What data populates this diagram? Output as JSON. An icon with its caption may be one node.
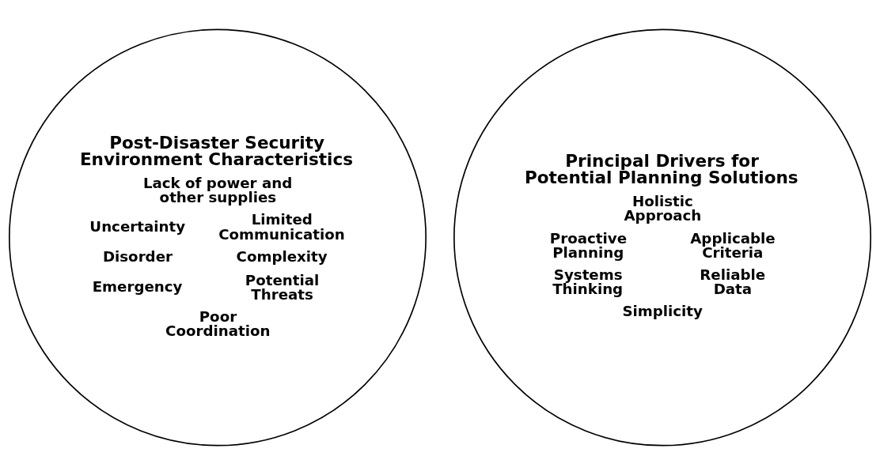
{
  "diagram": {
    "nodes": [
      {
        "text": [
          "Post-Disaster Security Environment Characteristics",
          "Lack of power and other supplies",
          "Uncertainty",
          "Limited Communication",
          "Disorder",
          "Complexity",
          "Emergency",
          "Potential Threats",
          "Poor Coordination"
        ]
      },
      {
        "text": [
          "Principal Drivers for Potential Planning Solutions",
          "Holistic Approach",
          "Proactive Planning",
          "Applicable Criteria",
          "Systems Thinking",
          "Reliable Data",
          "Simplicity"
        ]
      }
    ],
    "edges": []
  }
}
